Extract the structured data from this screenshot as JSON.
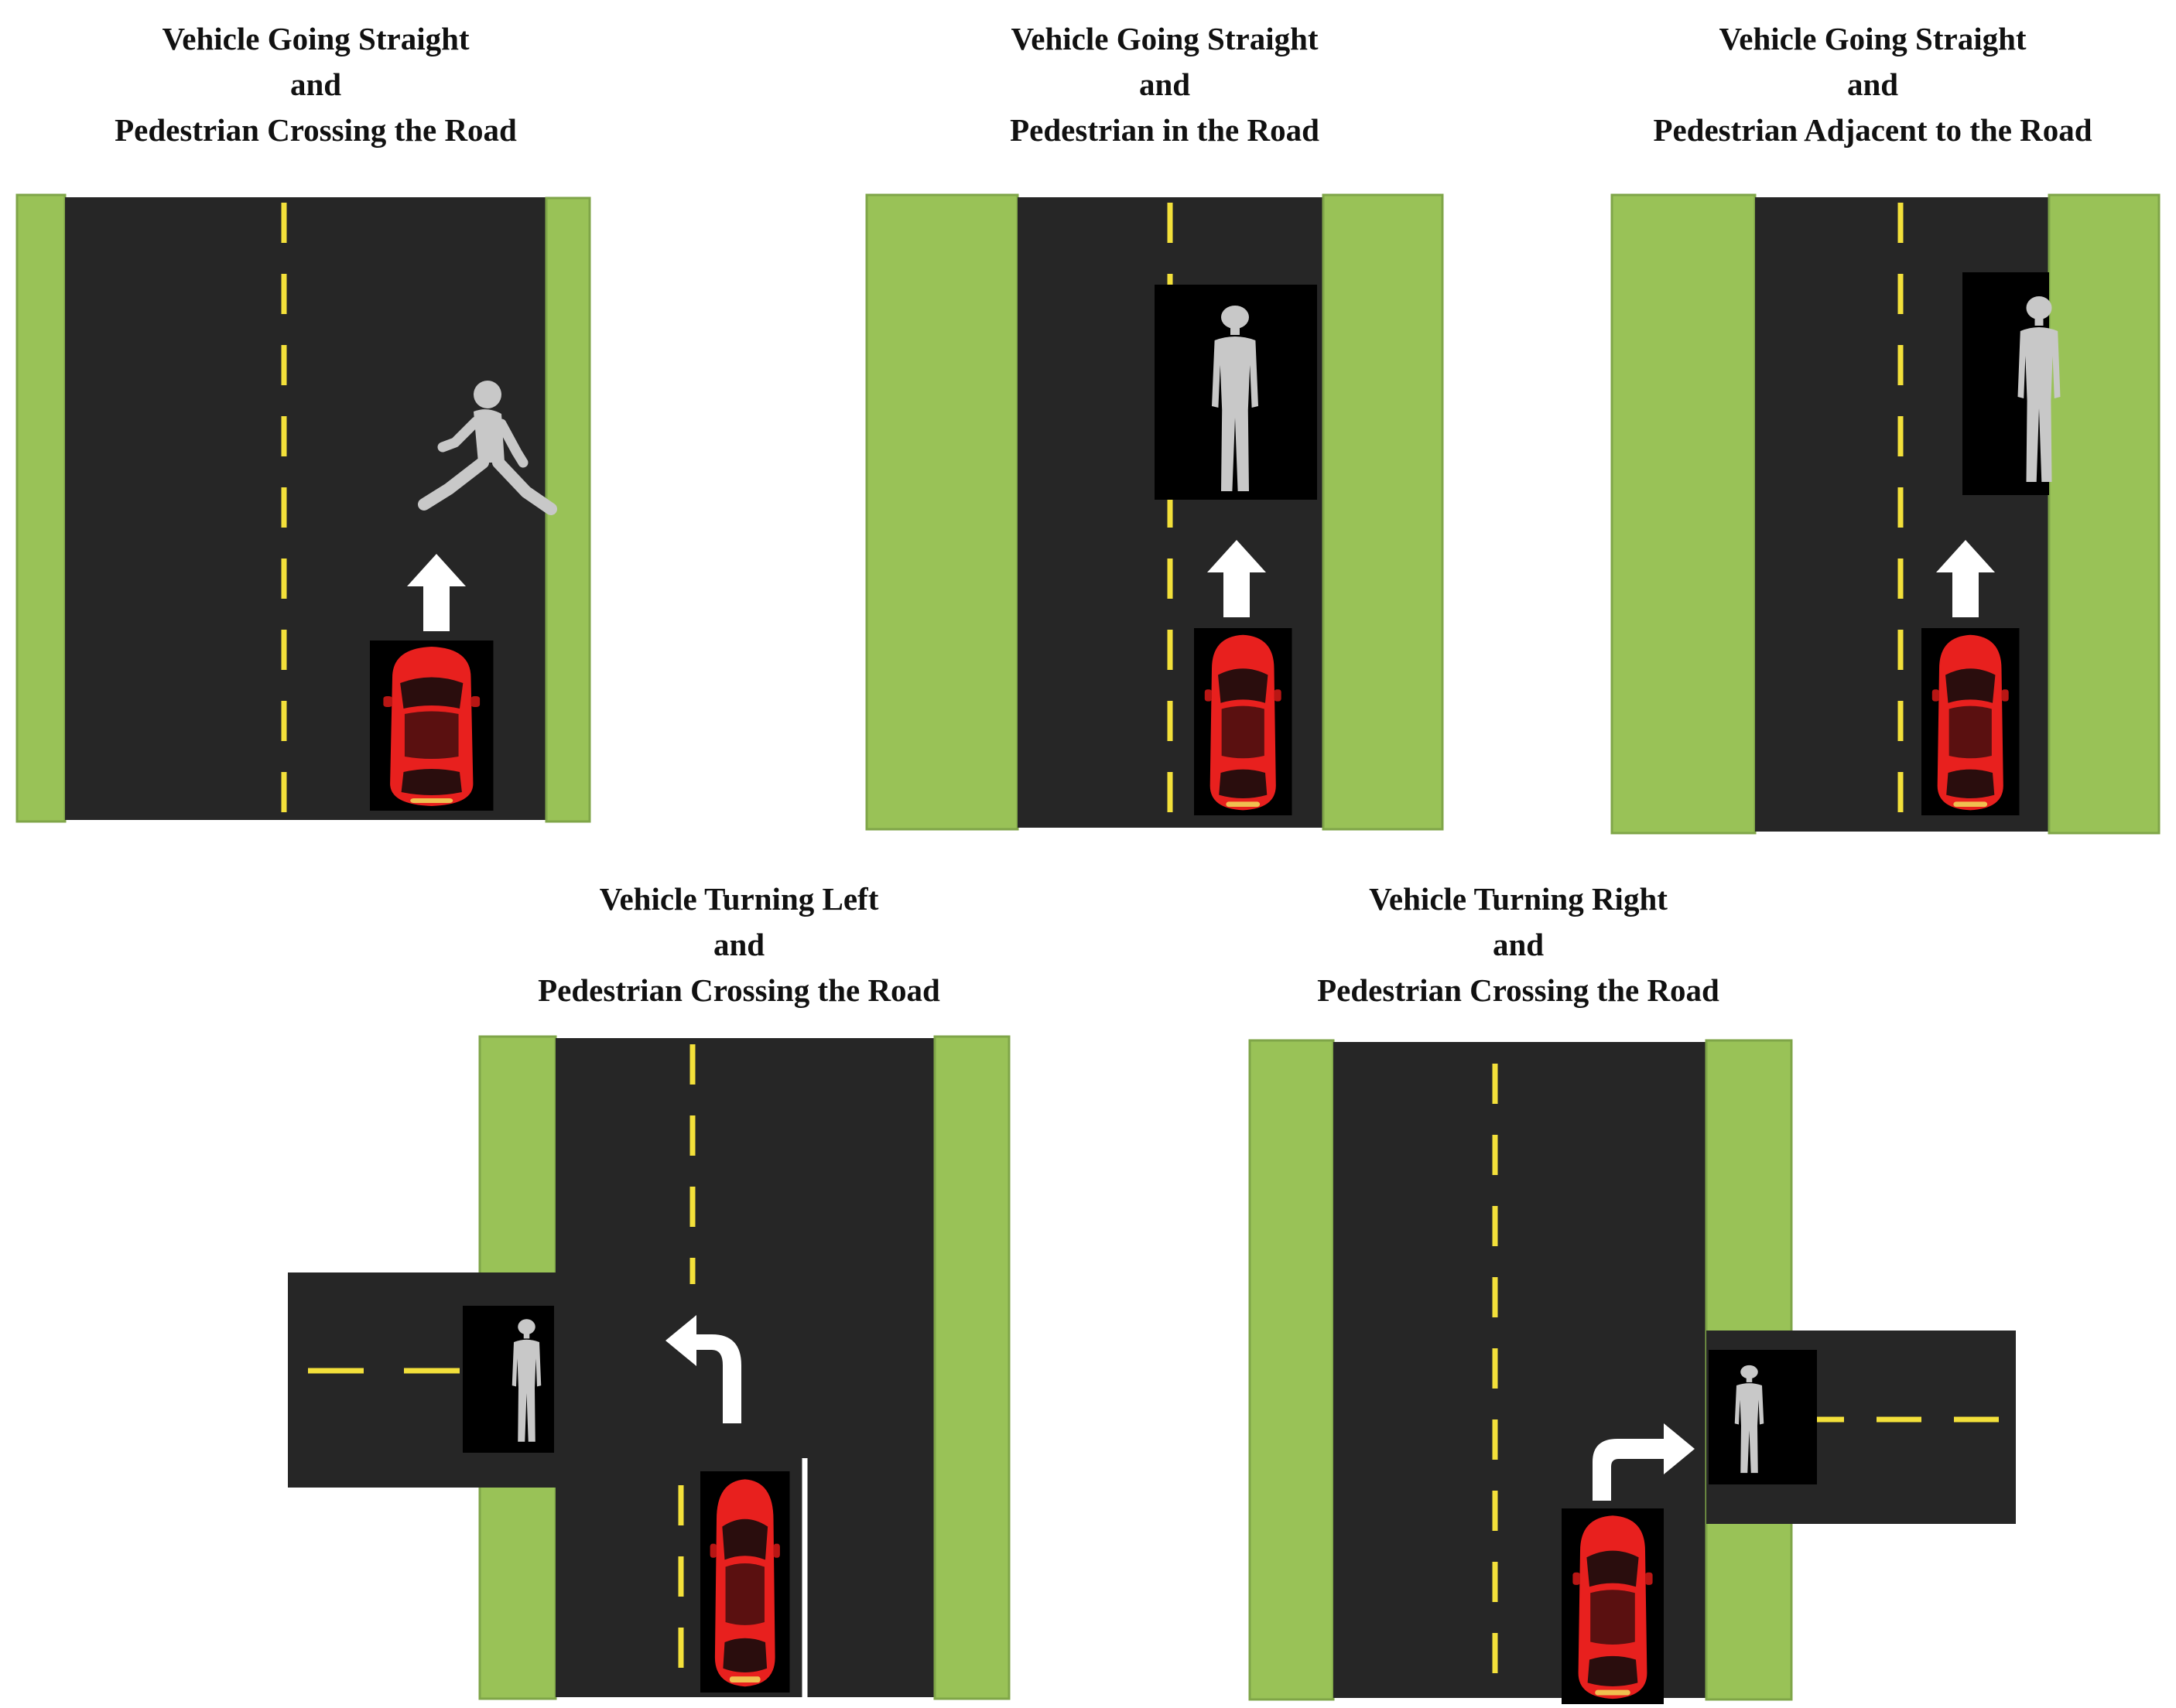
{
  "scenarios": [
    {
      "id": "s1",
      "line1": "Vehicle Going Straight",
      "line2": "and",
      "line3": "Pedestrian Crossing the Road"
    },
    {
      "id": "s2",
      "line1": "Vehicle Going Straight",
      "line2": "and",
      "line3": "Pedestrian in the Road"
    },
    {
      "id": "s3",
      "line1": "Vehicle Going Straight",
      "line2": "and",
      "line3": "Pedestrian Adjacent to the Road"
    },
    {
      "id": "s4",
      "line1": "Vehicle Turning Left",
      "line2": "and",
      "line3": "Pedestrian Crossing the Road"
    },
    {
      "id": "s5",
      "line1": "Vehicle Turning Right",
      "line2": "and",
      "line3": "Pedestrian Crossing the Road"
    }
  ],
  "colors": {
    "grass": "#99c257",
    "grass_edge": "#7fa548",
    "road": "#262626",
    "lane_marking": "#f3e03a",
    "arrow": "#ffffff",
    "car_body": "#e8201e",
    "car_glass": "#2a0d0d",
    "pedestrian": "#c8c8c8",
    "backdrop": "#000000"
  },
  "icons": [
    "car-icon",
    "direction-arrow-icon",
    "pedestrian-walking-icon",
    "pedestrian-standing-icon"
  ]
}
